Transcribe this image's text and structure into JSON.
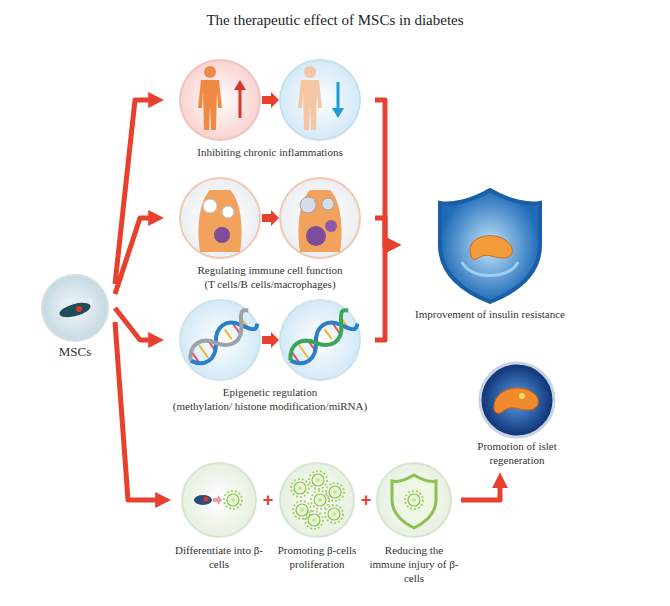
{
  "diagram": {
    "title": "The therapeutic effect of MSCs in diabetes",
    "nodes": [
      {
        "text": [
          "MSCs"
        ]
      },
      {
        "text": [
          "Inhibiting chronic inflammations"
        ]
      },
      {
        "text": [
          "Regulating immune cell function",
          "(T cells/B cells/macrophages)"
        ]
      },
      {
        "text": [
          "Epigenetic regulation",
          "(methylation/ histone modification/miRNA)"
        ]
      },
      {
        "text": [
          "Improvement of insulin resistance"
        ]
      },
      {
        "text": [
          "Differentiate into β-cells"
        ]
      },
      {
        "text": [
          "Promoting β-cells proliferation"
        ]
      },
      {
        "text": [
          "Reducing the immune injury of β-cells"
        ]
      },
      {
        "text": [
          "Promotion of islet regeneration"
        ]
      }
    ],
    "edges": [
      {
        "from": 0,
        "to": 1,
        "arrow": "to"
      },
      {
        "from": 0,
        "to": 2,
        "arrow": "to"
      },
      {
        "from": 0,
        "to": 3,
        "arrow": "to"
      },
      {
        "from": 0,
        "to": 5,
        "arrow": "to"
      },
      {
        "from": 1,
        "to": 4,
        "arrow": "to"
      },
      {
        "from": 2,
        "to": 4,
        "arrow": "to"
      },
      {
        "from": 3,
        "to": 4,
        "arrow": "to"
      },
      {
        "from": 7,
        "to": 8,
        "arrow": "to"
      }
    ],
    "labels": [
      "+",
      "+"
    ]
  }
}
